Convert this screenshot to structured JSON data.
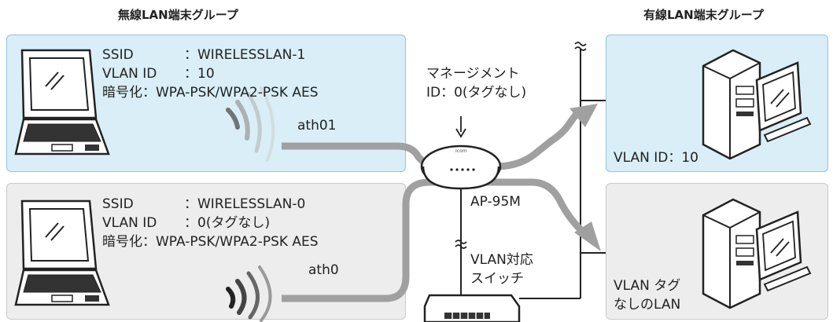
{
  "groups": {
    "wireless_title": "無線LAN端末グループ",
    "wired_title": "有線LAN端末グループ"
  },
  "wireless_1": {
    "ssid_key": "SSID",
    "ssid_val": "：WIRELESSLAN-1",
    "vlan_key": "VLAN ID",
    "vlan_val": "：10",
    "enc": "暗号化：WPA-PSK/WPA2-PSK AES",
    "iface": "ath01"
  },
  "wireless_0": {
    "ssid_key": "SSID",
    "ssid_val": "：WIRELESSLAN-0",
    "vlan_key": "VLAN ID",
    "vlan_val": "：0(タグなし)",
    "enc": "暗号化：WPA-PSK/WPA2-PSK AES",
    "iface": "ath0"
  },
  "management": {
    "line1": "マネージメント",
    "line2": "ID：0(タグなし)"
  },
  "ap": {
    "label": "AP-95M"
  },
  "switch": {
    "line1": "VLAN対応",
    "line2": "スイッチ"
  },
  "wired_1": {
    "label": "VLAN ID：10"
  },
  "wired_0": {
    "line1": "VLAN タグ",
    "line2": "なしのLAN"
  },
  "colors": {
    "blue_fill": "#d9eef7",
    "blue_border": "#8dc6e0",
    "gray_fill": "#ededed",
    "flow_arrow": "#9a9a9a"
  }
}
